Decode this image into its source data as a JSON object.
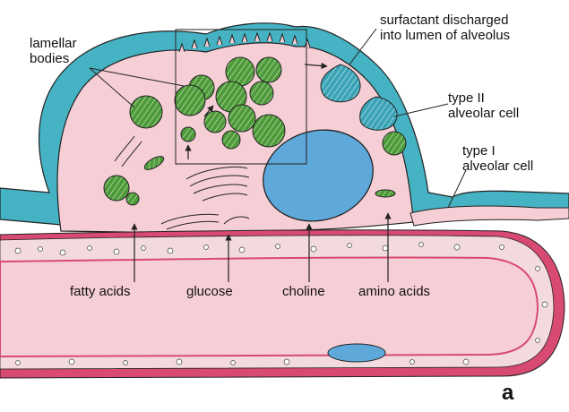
{
  "labels": {
    "lamellar_bodies": "lamellar\nbodies",
    "surfactant": "surfactant discharged\ninto lumen of alveolus",
    "type_ii": "type II\nalveolar cell",
    "type_i": "type I\nalveolar cell",
    "fatty_acids": "fatty acids",
    "glucose": "glucose",
    "choline": "choline",
    "amino_acids": "amino acids",
    "panel": "a"
  },
  "colors": {
    "alveolar_lining": "#45b3c3",
    "cytoplasm": "#f6cfd6",
    "lamellar_body": "#4d9a3a",
    "lamellar_stripes": "#d6ecc0",
    "nucleus": "#5fa8da",
    "vessel_wall": "#d84a72",
    "basement_layer": "#f3dadf",
    "outline": "#222222"
  }
}
